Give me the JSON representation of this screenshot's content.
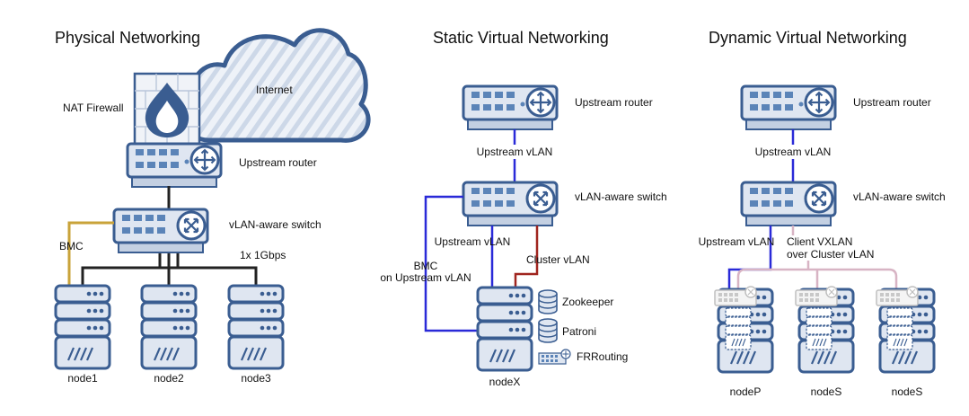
{
  "colors": {
    "device_fill": "#dfe6f1",
    "device_stroke": "#3a5d91",
    "port": "#5b84b8",
    "black_link": "#222222",
    "blue_link": "#2a2ad8",
    "red_link": "#a0251f",
    "gold_link": "#c9a33a",
    "pink_link": "#d8b4c4"
  },
  "icons": [
    "cloud-icon",
    "firewall-icon",
    "router-icon",
    "switch-icon",
    "server-icon",
    "database-icon",
    "router-card-icon"
  ],
  "physical": {
    "title": "Physical Networking",
    "internet_label": "Internet",
    "firewall_label": "NAT Firewall",
    "router_label": "Upstream router",
    "switch_label": "vLAN-aware switch",
    "bmc_label": "BMC",
    "link_label": "1x 1Gbps",
    "nodes": [
      "node1",
      "node2",
      "node3"
    ]
  },
  "static": {
    "title": "Static Virtual Networking",
    "router_label": "Upstream router",
    "upstream_vlan_top": "Upstream vLAN",
    "switch_label": "vLAN-aware switch",
    "upstream_vlan_mid": "Upstream vLAN",
    "cluster_vlan": "Cluster vLAN",
    "bmc_line1": "BMC",
    "bmc_line2": "on Upstream vLAN",
    "services": [
      "Zookeeper",
      "Patroni",
      "FRRouting"
    ],
    "node": "nodeX"
  },
  "dynamic": {
    "title": "Dynamic Virtual Networking",
    "router_label": "Upstream router",
    "upstream_vlan_top": "Upstream vLAN",
    "switch_label": "vLAN-aware switch",
    "upstream_vlan_mid": "Upstream vLAN",
    "vxlan_line1": "Client VXLAN",
    "vxlan_line2": "over Cluster vLAN",
    "nodes": [
      "nodeP",
      "nodeS",
      "nodeS"
    ]
  }
}
